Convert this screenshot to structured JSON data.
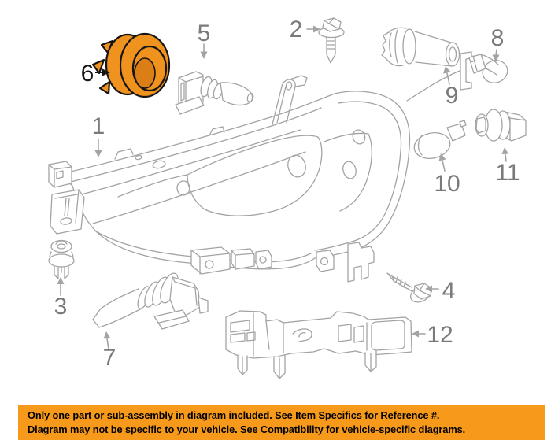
{
  "banner": {
    "line1": "Only one part or sub-assembly in diagram included. See Item Specifics for Reference #.",
    "line2": "Diagram may not be specific to your vehicle. See Compatibility for vehicle-specific diagrams."
  },
  "colors": {
    "banner_background": "#F79A1B",
    "banner_text": "#000000",
    "line_art": "#A3A3A3",
    "label_gray": "#7A7A7A",
    "highlight_fill": "#F0921E",
    "highlight_inner": "#DB7E15",
    "highlight_outline": "#151515"
  },
  "parts": [
    {
      "label": "1"
    },
    {
      "label": "2"
    },
    {
      "label": "3"
    },
    {
      "label": "4"
    },
    {
      "label": "5"
    },
    {
      "label": "6"
    },
    {
      "label": "7"
    },
    {
      "label": "8"
    },
    {
      "label": "9"
    },
    {
      "label": "10"
    },
    {
      "label": "11"
    },
    {
      "label": "12"
    }
  ]
}
